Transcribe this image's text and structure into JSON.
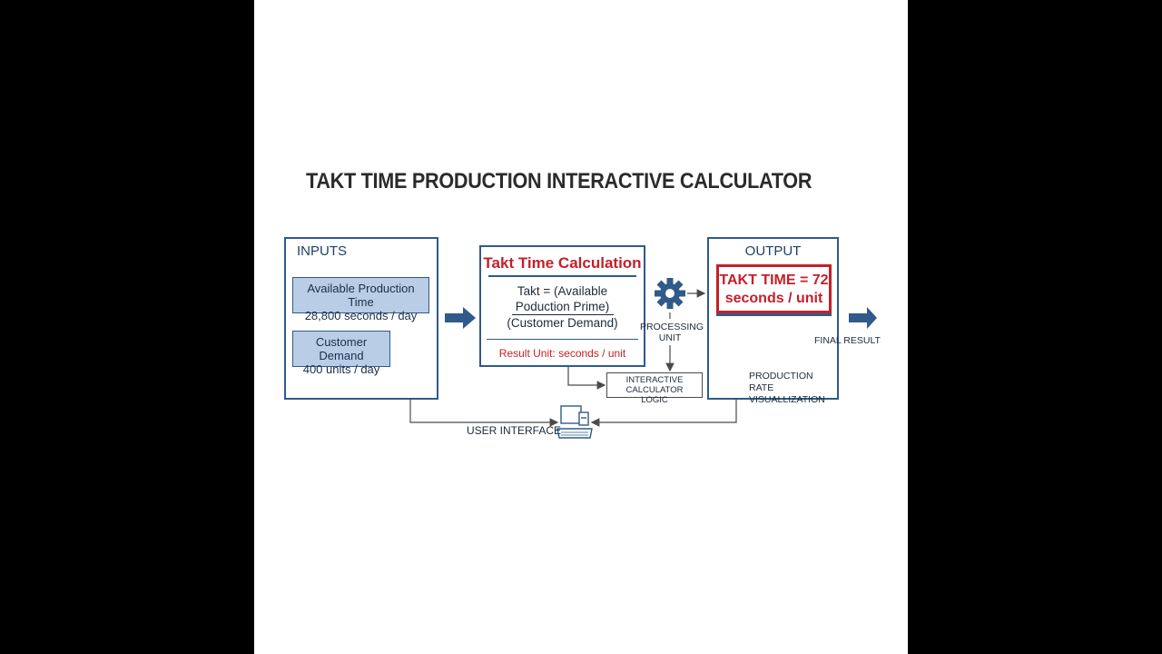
{
  "title": "TAKT TIME PRODUCTION INTERACTIVE CALCULATOR",
  "inputs": {
    "header": "INPUTS",
    "available_time": {
      "label": "Available Production Time",
      "value": "28,800 seconds / day"
    },
    "customer_demand": {
      "label": "Customer Demand",
      "value": "400 units / day"
    }
  },
  "calculation": {
    "header": "Takt Time Calculation",
    "formula_line1": "Takt = (Available",
    "formula_line2": "Poduction Prime)",
    "formula_line3": "(Customer Demand)",
    "result_unit": "Result Unit: seconds / unit"
  },
  "processing": {
    "marker": "I",
    "line1": "PROCESSING",
    "line2": "UNIT"
  },
  "logic": {
    "line1": "INTERACTIVE CALCULATOR",
    "line2": "LOGIC"
  },
  "output": {
    "header": "OUTPUT",
    "result_line1": "TAKT TIME = 72",
    "result_line2": "seconds / unit",
    "final_result": "FINAL RESULT",
    "viz_line1": "PRODUCTION RATE",
    "viz_line2": "VISUALLIZATION"
  },
  "user_interface": "USER INTERFACE",
  "colors": {
    "blue": "#2f5a8a",
    "red": "#c4202a",
    "light_blue": "#b9cde6"
  },
  "icons": [
    "gear-icon",
    "bar-chart-icon",
    "trend-chart-icon",
    "computer-icon",
    "arrow-right-icon"
  ]
}
